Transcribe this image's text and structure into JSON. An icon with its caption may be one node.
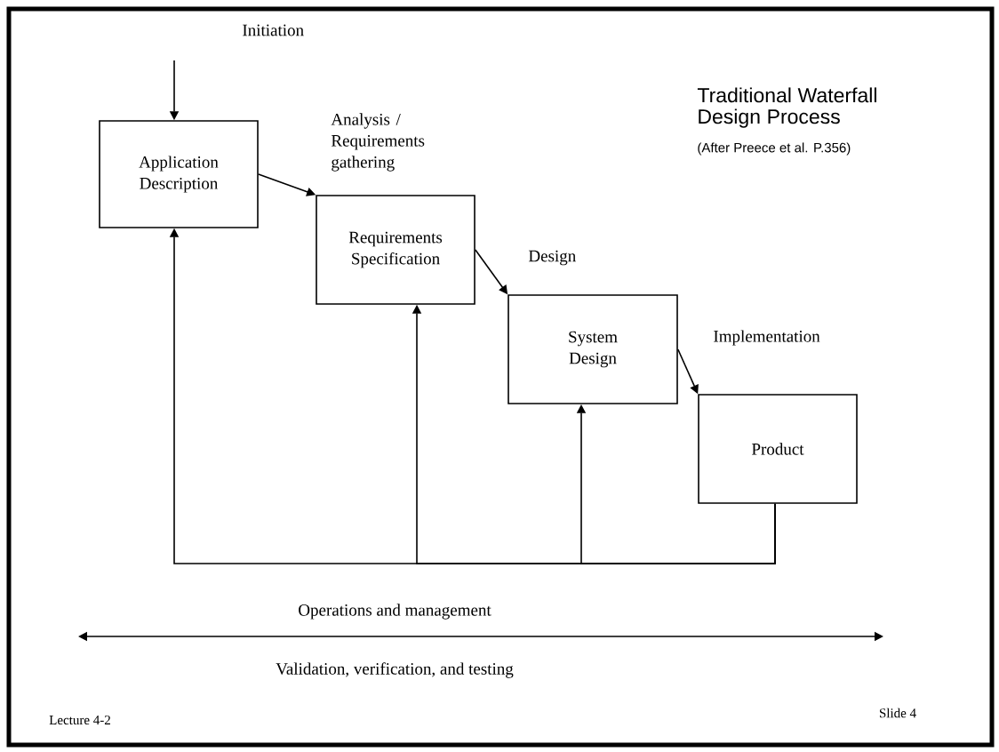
{
  "diagram": {
    "title": "Traditional Waterfall Design Process",
    "caption": "(After Preece et al. P.356)",
    "nodes": [
      {
        "text": [
          "Application Description"
        ]
      },
      {
        "text": [
          "Requirements Specification"
        ]
      },
      {
        "text": [
          "System Design"
        ]
      },
      {
        "text": [
          "Product"
        ]
      }
    ],
    "edges": [
      {
        "from": null,
        "to": 0,
        "arrow": "to",
        "label": "Initiation"
      },
      {
        "from": 0,
        "to": 1,
        "arrow": "to",
        "label": "Analysis / Requirements gathering"
      },
      {
        "from": 1,
        "to": 2,
        "arrow": "to",
        "label": "Design"
      },
      {
        "from": 2,
        "to": 3,
        "arrow": "to",
        "label": "Implementation"
      },
      {
        "from": 3,
        "to": 0,
        "arrow": "to"
      },
      {
        "from": 3,
        "to": 1,
        "arrow": "to"
      },
      {
        "from": 3,
        "to": 2,
        "arrow": "to"
      }
    ],
    "labels": [
      "Operations and management",
      "Validation, verification, and testing",
      "Lecture 4-2",
      "Slide 4"
    ]
  }
}
